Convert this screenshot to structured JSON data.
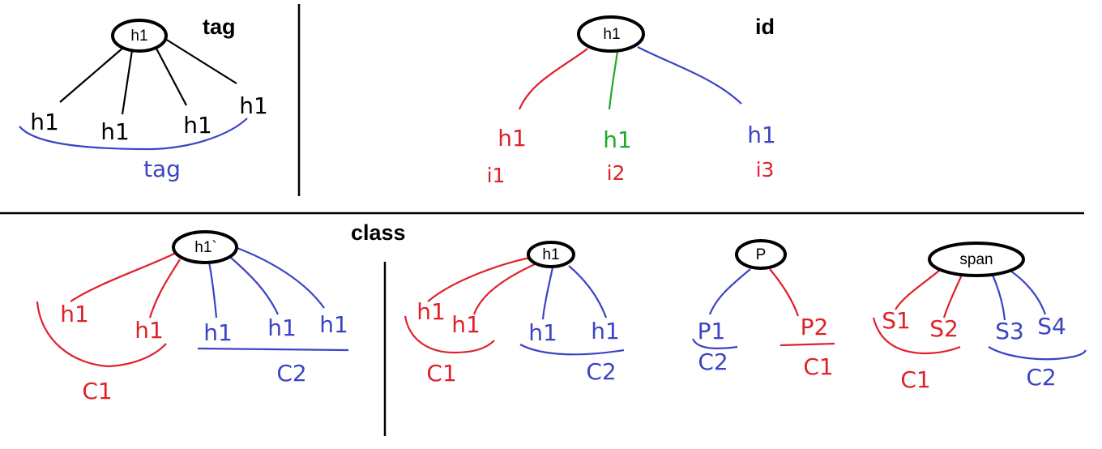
{
  "colors": {
    "black": "#000000",
    "red": "#e0202a",
    "green": "#1faa2a",
    "blue": "#3b44c4"
  },
  "panels": {
    "tag": {
      "label": "tag",
      "root": "h1",
      "children": [
        "h1",
        "h1",
        "h1",
        "h1"
      ],
      "group": "tag"
    },
    "id": {
      "label": "id",
      "root": "h1",
      "children": [
        {
          "text": "h1",
          "sub": "i1",
          "color": "red"
        },
        {
          "text": "h1",
          "sub": "i2",
          "color": "green"
        },
        {
          "text": "h1",
          "sub": "i3",
          "color": "blue"
        }
      ]
    },
    "class": {
      "label": "class",
      "tree1": {
        "root": "h1`",
        "red_children": [
          "h1",
          "h1"
        ],
        "blue_children": [
          "h1",
          "h1",
          "h1"
        ],
        "red_group": "C1",
        "blue_group": "C2"
      },
      "tree2": {
        "root": "h1",
        "red_children": [
          "h1",
          "h1"
        ],
        "blue_children": [
          "h1",
          "h1"
        ],
        "red_group": "C1",
        "blue_group": "C2"
      },
      "tree3": {
        "root": "P",
        "blue_child": "P1",
        "red_child": "P2",
        "blue_group": "C2",
        "red_group": "C1"
      },
      "tree4": {
        "root": "span",
        "red_children": [
          "S1",
          "S2"
        ],
        "blue_children": [
          "S3",
          "S4"
        ],
        "red_group": "C1",
        "blue_group": "C2"
      }
    }
  }
}
